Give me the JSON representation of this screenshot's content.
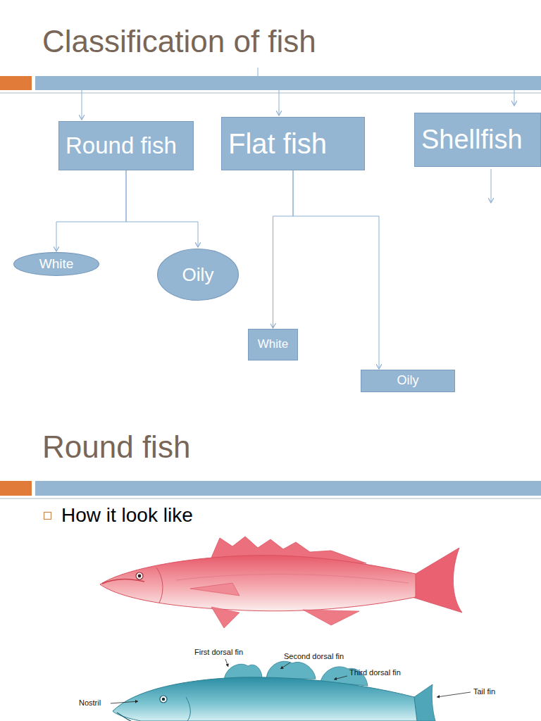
{
  "diagram": {
    "title": "Classification of fish",
    "nodes": [
      {
        "text": [
          "Round fish"
        ]
      },
      {
        "text": [
          "Flat fish"
        ]
      },
      {
        "text": [
          "Shellfish"
        ]
      },
      {
        "text": [
          "White"
        ]
      },
      {
        "text": [
          "Oily"
        ]
      },
      {
        "text": [
          "White"
        ]
      },
      {
        "text": [
          "Oily"
        ]
      }
    ],
    "edges": [
      {
        "from": 0,
        "to": 3,
        "arrow": "to"
      },
      {
        "from": 0,
        "to": 4,
        "arrow": "to"
      },
      {
        "from": 1,
        "to": 5,
        "arrow": "to"
      },
      {
        "from": 1,
        "to": 6,
        "arrow": "to"
      }
    ],
    "labels": [
      "Round fish",
      "How it look like",
      "First dorsal fin",
      "Second dorsal fin",
      "Third dorsal fin",
      "Tail fin",
      "Nostril"
    ]
  }
}
